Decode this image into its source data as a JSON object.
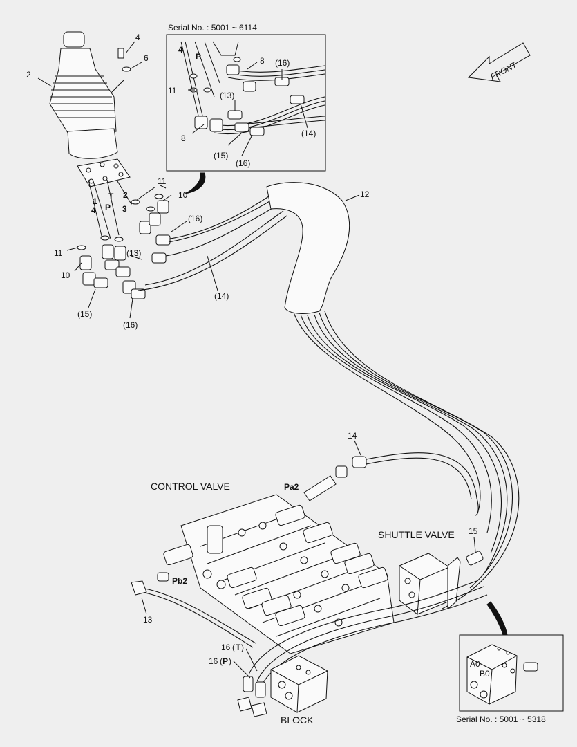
{
  "inset_top": {
    "serial": "Serial No. : 5001 ~ 6114"
  },
  "inset_bottom": {
    "serial": "Serial No. : 5001 ~ 5318"
  },
  "front_label": "FRONT",
  "titles": {
    "control_valve": "CONTROL VALVE",
    "shuttle_valve": "SHUTTLE VALVE",
    "block": "BLOCK"
  },
  "ports": {
    "pa2": "Pa2",
    "pb2": "Pb2",
    "p1": "1",
    "p2": "2",
    "p3": "3",
    "p4": "4",
    "pT": "T",
    "pP": "P",
    "inset_4": "4",
    "inset_P": "P",
    "ab_a": "A0",
    "ab_b": "B0"
  },
  "callouts": {
    "c2": "2",
    "c4": "4",
    "c6": "6",
    "c11a": "11",
    "c10a": "10",
    "c11b": "11",
    "c10b": "10",
    "c16a": "(16)",
    "c13a": "(13)",
    "c14a": "(14)",
    "c15a": "(15)",
    "c16b": "(16)",
    "c12": "12",
    "i11": "11",
    "i8a": "8",
    "i16a": "(16)",
    "i13": "(13)",
    "i14": "(14)",
    "i8b": "8",
    "i15": "(15)",
    "i16b": "(16)",
    "c14b": "14",
    "c15b": "15",
    "c13b": "13",
    "c16T_num": "16",
    "c16T_p": "(",
    "c16T_l": "T",
    "c16T_q": ")",
    "c16P_num": "16",
    "c16P_p": "(",
    "c16P_l": "P",
    "c16P_q": ")"
  }
}
